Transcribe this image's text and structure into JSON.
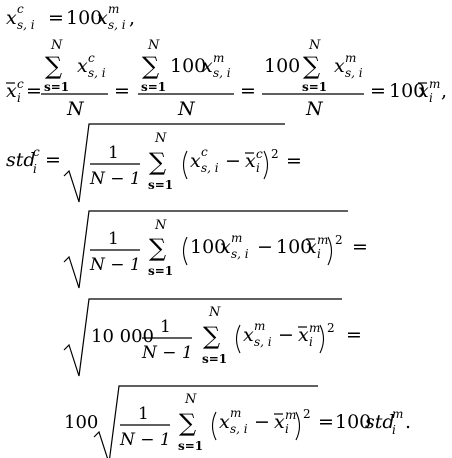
{
  "equation": {
    "lines": [
      "x^c_{s,i} = 100 x^m_{s,i},",
      "x̄^c_i = (Σ_{s=1}^{N} x^c_{s,i}) / N = (Σ_{s=1}^{N} 100 x^m_{s,i}) / N = (100 Σ_{s=1}^{N} x^m_{s,i}) / N = 100 x̄^m_i,",
      "std^c_i = sqrt( 1/(N−1) Σ_{s=1}^{N} (x^c_{s,i} − x̄^c_i)^2 ) =",
      "sqrt( 1/(N−1) Σ_{s=1}^{N} (100 x^m_{s,i} − 100 x̄^m_i)^2 ) =",
      "sqrt( 10 000 · 1/(N−1) Σ_{s=1}^{N} (x^m_{s,i} − x̄^m_i)^2 ) =",
      "100 sqrt( 1/(N−1) Σ_{s=1}^{N} (x^m_{s,i} − x̄^m_i)^2 ) = 100 std^m_i."
    ],
    "sym": {
      "x": "x",
      "xbar": "x̄",
      "std": "std",
      "c": "c",
      "m": "m",
      "si": "s, i",
      "i": "i",
      "N": "N",
      "one": "1",
      "Nm1": "N − 1",
      "s1": "s=1",
      "sigma": "∑",
      "eq": "=",
      "minus": "−",
      "two": "2",
      "comma": ",",
      "period": ".",
      "n100": "100",
      "n10000": "10 000"
    }
  }
}
